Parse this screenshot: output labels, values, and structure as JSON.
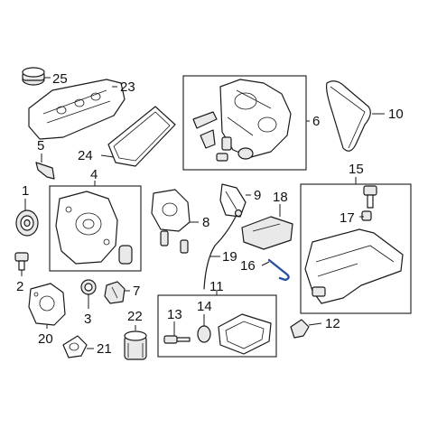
{
  "diagram": {
    "highlight_color": "#2b4fa3",
    "line_color": "#1a1a1a",
    "callouts": {
      "c1": "1",
      "c2": "2",
      "c3": "3",
      "c4": "4",
      "c5": "5",
      "c6": "6",
      "c7": "7",
      "c8": "8",
      "c9": "9",
      "c10": "10",
      "c11": "11",
      "c12": "12",
      "c13": "13",
      "c14": "14",
      "c15": "15",
      "c16": "16",
      "c17": "17",
      "c18": "18",
      "c19": "19",
      "c20": "20",
      "c21": "21",
      "c22": "22",
      "c23": "23",
      "c24": "24",
      "c25": "25"
    }
  }
}
